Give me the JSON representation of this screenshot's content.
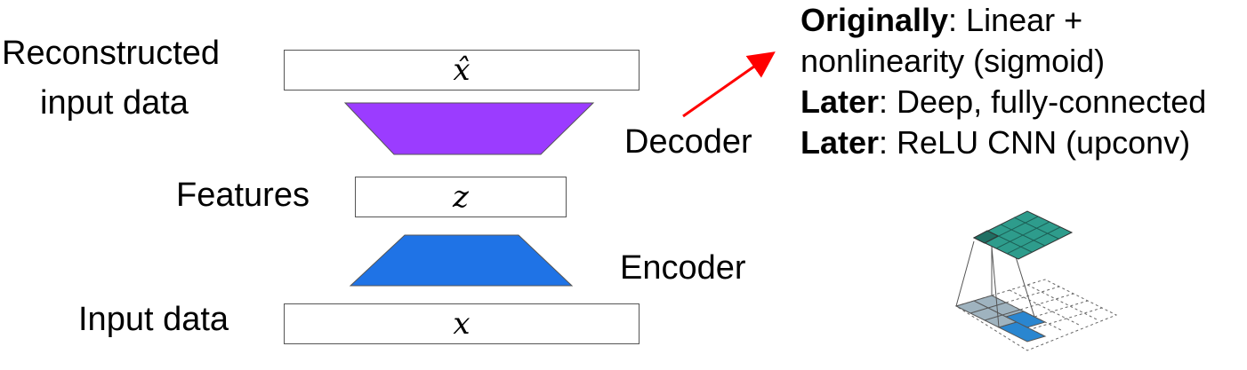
{
  "labels": {
    "reconstructed_line1": "Reconstructed",
    "reconstructed_line2": "input data",
    "features": "Features",
    "input": "Input data",
    "decoder": "Decoder",
    "encoder": "Encoder"
  },
  "boxes": {
    "reconstructed": "x̂",
    "features": "z",
    "input": "x"
  },
  "notes": [
    {
      "bold": "Originally",
      "rest": ": Linear +"
    },
    {
      "bold": "",
      "rest": "nonlinearity (sigmoid)"
    },
    {
      "bold": "Later",
      "rest": ": Deep, fully-connected"
    },
    {
      "bold": "Later",
      "rest": ": ReLU CNN (upconv)"
    }
  ],
  "colors": {
    "decoder": "#9b3cff",
    "encoder": "#1f73e6",
    "arrow": "#ff0000",
    "grid_top": "#2e9c8c",
    "grid_bottom_fill": "#9fb3bf",
    "grid_highlight": "#2a86d0"
  }
}
